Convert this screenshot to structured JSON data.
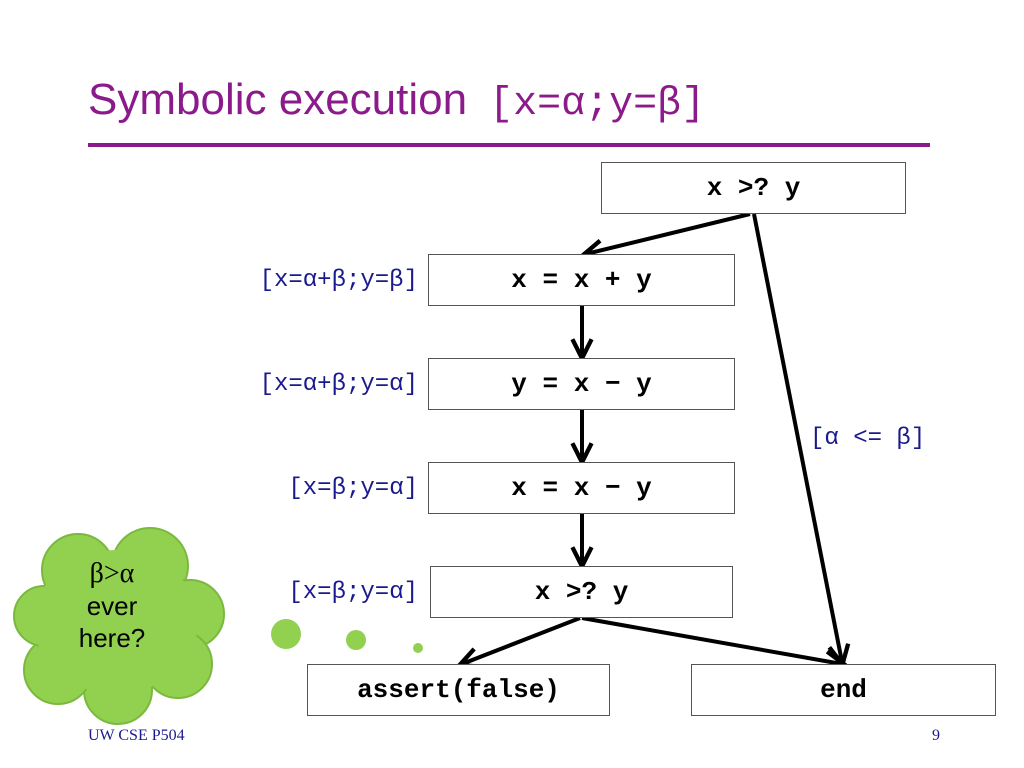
{
  "title": {
    "text": "Symbolic execution",
    "state": "[x=α;y=β]"
  },
  "nodes": {
    "cond1": "x >? y",
    "assign1": "x = x + y",
    "assign2": "y = x − y",
    "assign3": "x = x − y",
    "cond2": "x >? y",
    "assert": "assert(false)",
    "end": "end"
  },
  "states": {
    "s1": "[x=α+β;y=β]",
    "s2": "[x=α+β;y=α]",
    "s3": "[x=β;y=α]",
    "s4": "[x=β;y=α]",
    "branch": "[α <= β]"
  },
  "cloud": {
    "line1": "β>α",
    "line2": "ever",
    "line3": "here?"
  },
  "footer": {
    "course": "UW CSE P504",
    "page": "9"
  },
  "colors": {
    "title": "#8b1a8b",
    "state_text": "#1a1a8c",
    "cloud_fill": "#92d050",
    "cloud_stroke": "#7ab83e"
  }
}
